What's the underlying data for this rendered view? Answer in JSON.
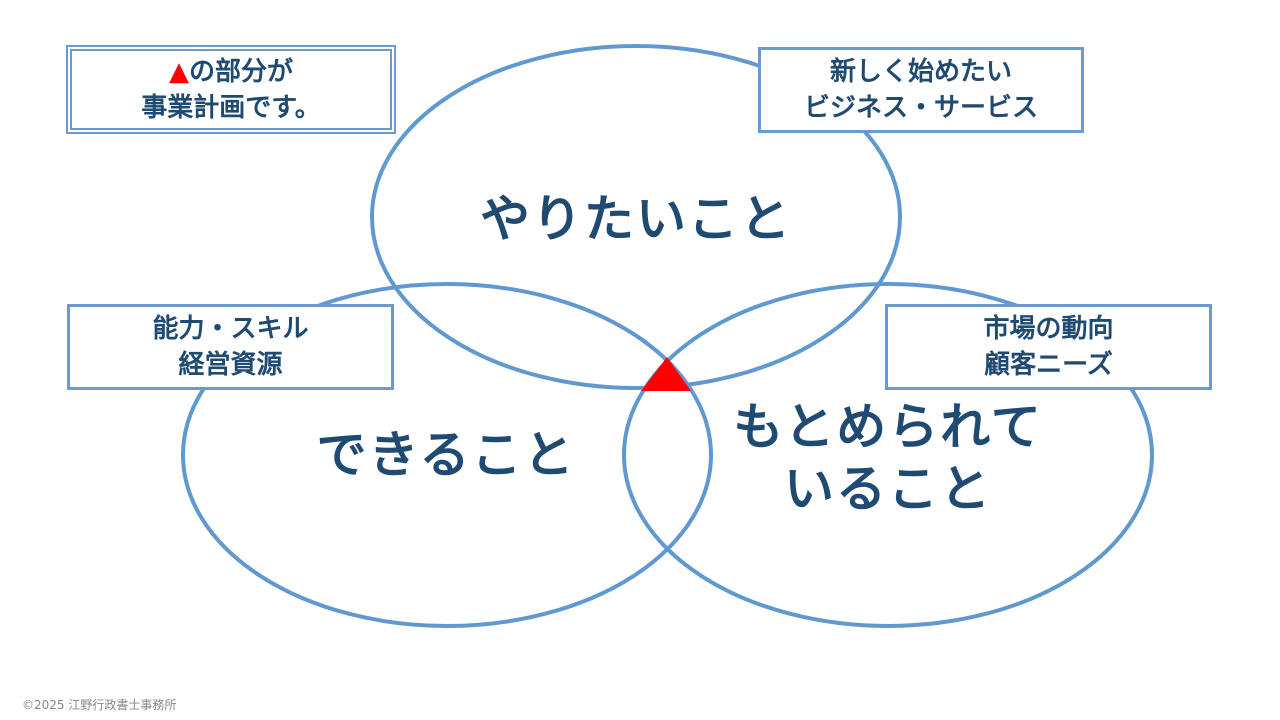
{
  "colors": {
    "stroke": "#5f99d0",
    "text": "#1f4a72",
    "highlight": "#ff0000"
  },
  "note": {
    "triangle": "▲",
    "line1": "の部分が",
    "line2": "事業計画です。"
  },
  "circles": {
    "want": {
      "label": "やりたいこと",
      "note_lines": [
        "新しく始めたい",
        "ビジネス・サービス"
      ]
    },
    "can": {
      "label": "できること",
      "note_lines": [
        "能力・スキル",
        "経営資源"
      ]
    },
    "needed": {
      "label_lines": [
        "もとめられて",
        "いること"
      ],
      "note_lines": [
        "市場の動向",
        "顧客ニーズ"
      ]
    }
  },
  "footer": "©2025 江野行政書士事務所"
}
